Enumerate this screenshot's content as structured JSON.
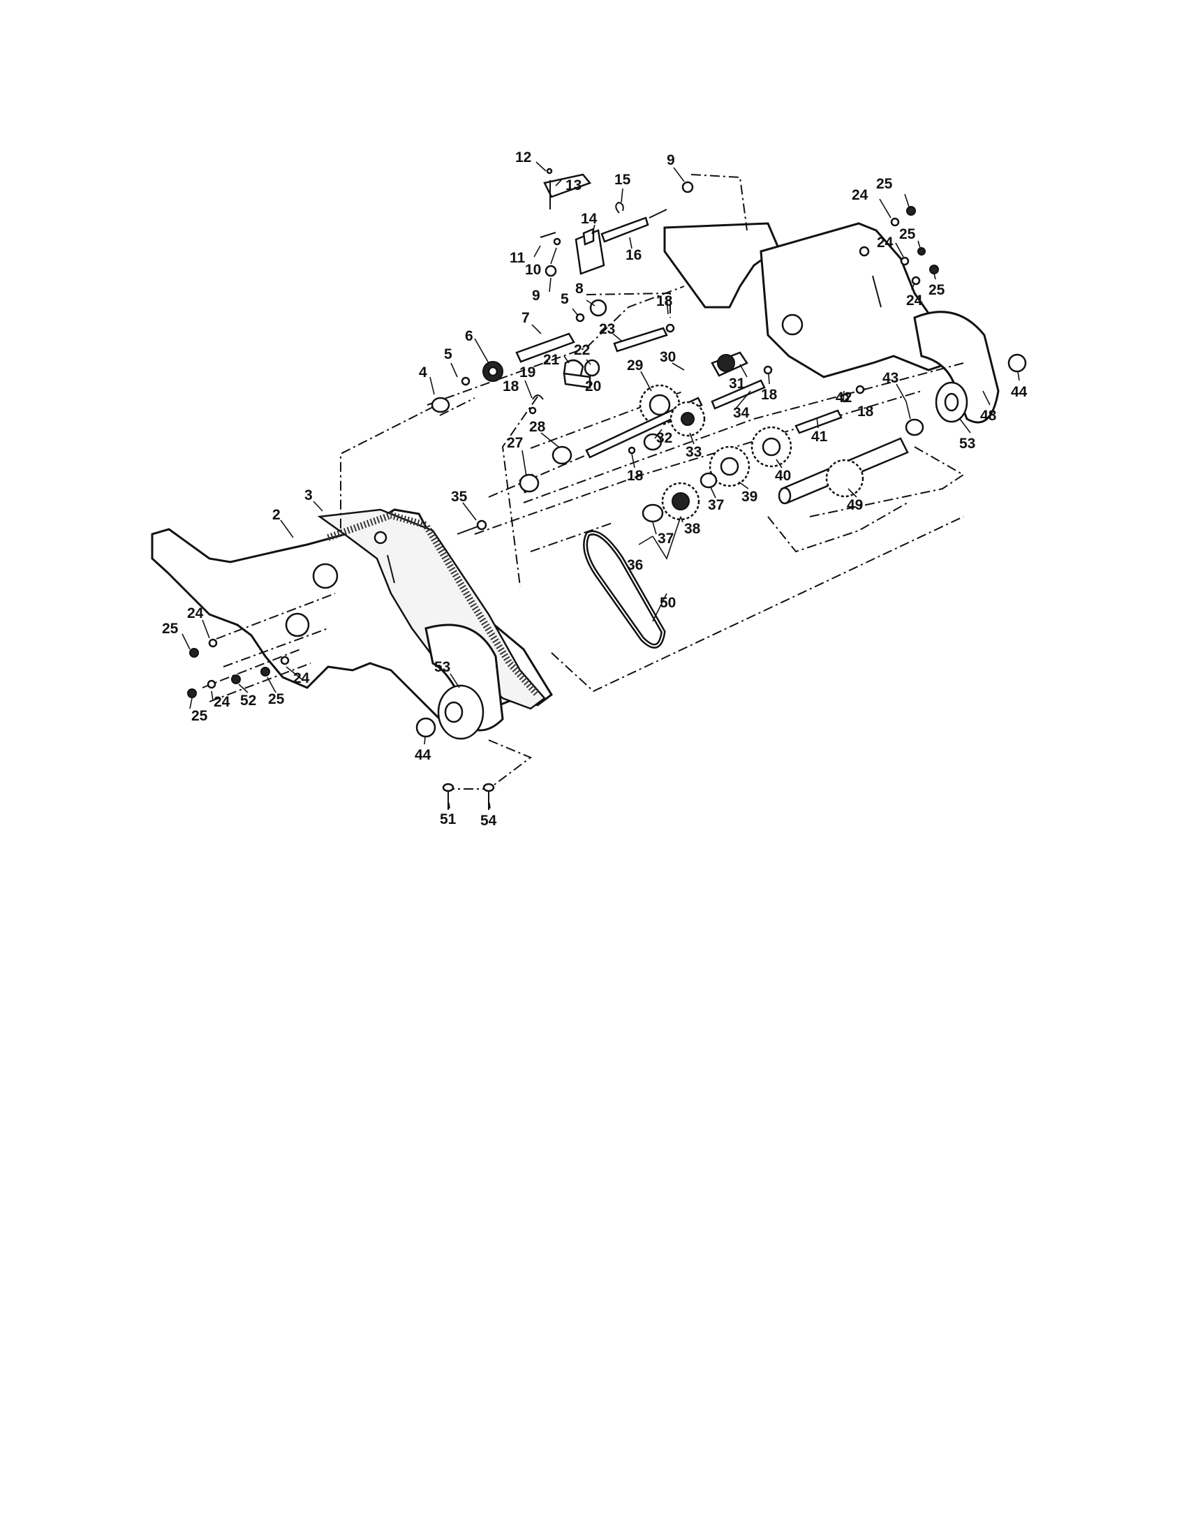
{
  "callouts": [
    {
      "id": "c12",
      "text": "12"
    },
    {
      "id": "c13",
      "text": "13"
    },
    {
      "id": "c15",
      "text": "15"
    },
    {
      "id": "c9a",
      "text": "9"
    },
    {
      "id": "c14",
      "text": "14"
    },
    {
      "id": "c11",
      "text": "11"
    },
    {
      "id": "c10",
      "text": "10"
    },
    {
      "id": "c16",
      "text": "16"
    },
    {
      "id": "c9b",
      "text": "9"
    },
    {
      "id": "c8",
      "text": "8"
    },
    {
      "id": "c5a",
      "text": "5"
    },
    {
      "id": "c7",
      "text": "7"
    },
    {
      "id": "c18a",
      "text": "18"
    },
    {
      "id": "c6",
      "text": "6"
    },
    {
      "id": "c23",
      "text": "23"
    },
    {
      "id": "c5b",
      "text": "5"
    },
    {
      "id": "c22",
      "text": "22"
    },
    {
      "id": "c4",
      "text": "4"
    },
    {
      "id": "c21",
      "text": "21"
    },
    {
      "id": "c19",
      "text": "19"
    },
    {
      "id": "c29",
      "text": "29"
    },
    {
      "id": "c30",
      "text": "30"
    },
    {
      "id": "c18b",
      "text": "18"
    },
    {
      "id": "c20",
      "text": "20"
    },
    {
      "id": "c31",
      "text": "31"
    },
    {
      "id": "c18c",
      "text": "18"
    },
    {
      "id": "c34",
      "text": "34"
    },
    {
      "id": "c28",
      "text": "28"
    },
    {
      "id": "c32",
      "text": "32"
    },
    {
      "id": "c33",
      "text": "33"
    },
    {
      "id": "c27",
      "text": "27"
    },
    {
      "id": "c18d",
      "text": "18"
    },
    {
      "id": "c3",
      "text": "3"
    },
    {
      "id": "c35",
      "text": "35"
    },
    {
      "id": "c2",
      "text": "2"
    },
    {
      "id": "c37a",
      "text": "37"
    },
    {
      "id": "c38",
      "text": "38"
    },
    {
      "id": "c37b",
      "text": "37"
    },
    {
      "id": "c36",
      "text": "36"
    },
    {
      "id": "c39",
      "text": "39"
    },
    {
      "id": "c40",
      "text": "40"
    },
    {
      "id": "c41",
      "text": "41"
    },
    {
      "id": "c42",
      "text": "42"
    },
    {
      "id": "c18e",
      "text": "18"
    },
    {
      "id": "c43",
      "text": "43"
    },
    {
      "id": "c49",
      "text": "49"
    },
    {
      "id": "c50",
      "text": "50"
    },
    {
      "id": "c25a",
      "text": "25"
    },
    {
      "id": "c24a",
      "text": "24"
    },
    {
      "id": "c24b",
      "text": "24"
    },
    {
      "id": "c25b",
      "text": "25"
    },
    {
      "id": "c24c",
      "text": "24"
    },
    {
      "id": "c25c",
      "text": "25"
    },
    {
      "id": "c44a",
      "text": "44"
    },
    {
      "id": "c48",
      "text": "48"
    },
    {
      "id": "c53a",
      "text": "53"
    },
    {
      "id": "c25d",
      "text": "25"
    },
    {
      "id": "c24d",
      "text": "24"
    },
    {
      "id": "c24e",
      "text": "24"
    },
    {
      "id": "c52",
      "text": "52"
    },
    {
      "id": "c25e",
      "text": "25"
    },
    {
      "id": "c24f",
      "text": "24"
    },
    {
      "id": "c25f",
      "text": "25"
    },
    {
      "id": "c53b",
      "text": "53"
    },
    {
      "id": "c44b",
      "text": "44"
    },
    {
      "id": "c51",
      "text": "51"
    },
    {
      "id": "c54",
      "text": "54"
    }
  ]
}
